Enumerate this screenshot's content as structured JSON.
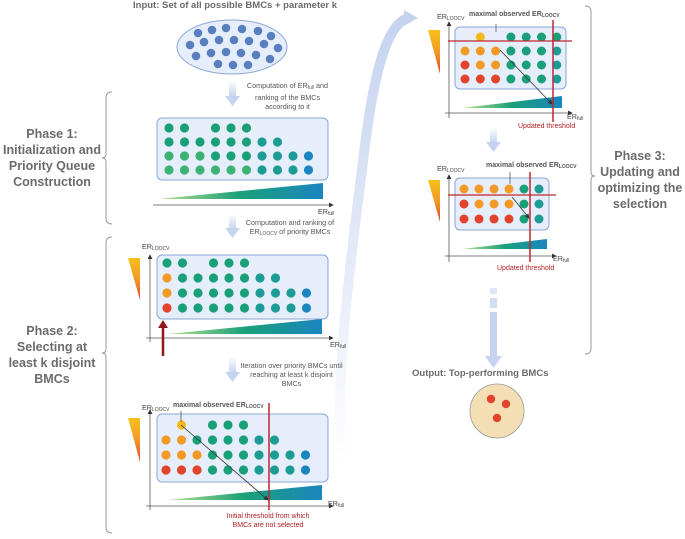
{
  "input_title": "Input: Set of all possible BMCs + parameter k",
  "output_title": "Output: Top-performing BMCs",
  "phases": [
    {
      "label": "Phase 1:\nInitialization and\nPriority Queue\nConstruction"
    },
    {
      "label": "Phase 2:\nSelecting at\nleast k disjoint\nBMCs"
    },
    {
      "label": "Phase 3:\nUpdating and\noptimizing the\nselection"
    }
  ],
  "captions": {
    "step1_pre": "Computation of ER",
    "step1_sub": "full",
    "step1_post": " and ranking of the BMCs according to it",
    "step2_pre": "Computation and ranking of ER",
    "step2_sub": "LOOCV",
    "step2_post": " of priority BMCs",
    "step3": "Iteration over priority BMCs until reaching at least k disjoint BMCs"
  },
  "axes": {
    "er": "ER",
    "full_sub": "full",
    "loocv_sub": "LOOCV"
  },
  "annotations": {
    "max_observed": "maximal observed ER",
    "initial_threshold": "Initial threshold from which BMCs are not selected",
    "updated_threshold": "Updated threshold"
  },
  "colors": {
    "green": "#1aa079",
    "lightgreen": "#3cb371",
    "teal": "#1d9b95",
    "blue": "#1a85c0",
    "orange": "#f39a26",
    "red": "#e1432d",
    "yellow": "#f6b91c",
    "panel_fill": "#e7eefb",
    "panel_stroke": "#8aa6d6",
    "threshold": "#c0272d",
    "input_dot": "#5a7fbf",
    "output_fill": "#f4dfb5",
    "output_dot": "#e1432d"
  }
}
